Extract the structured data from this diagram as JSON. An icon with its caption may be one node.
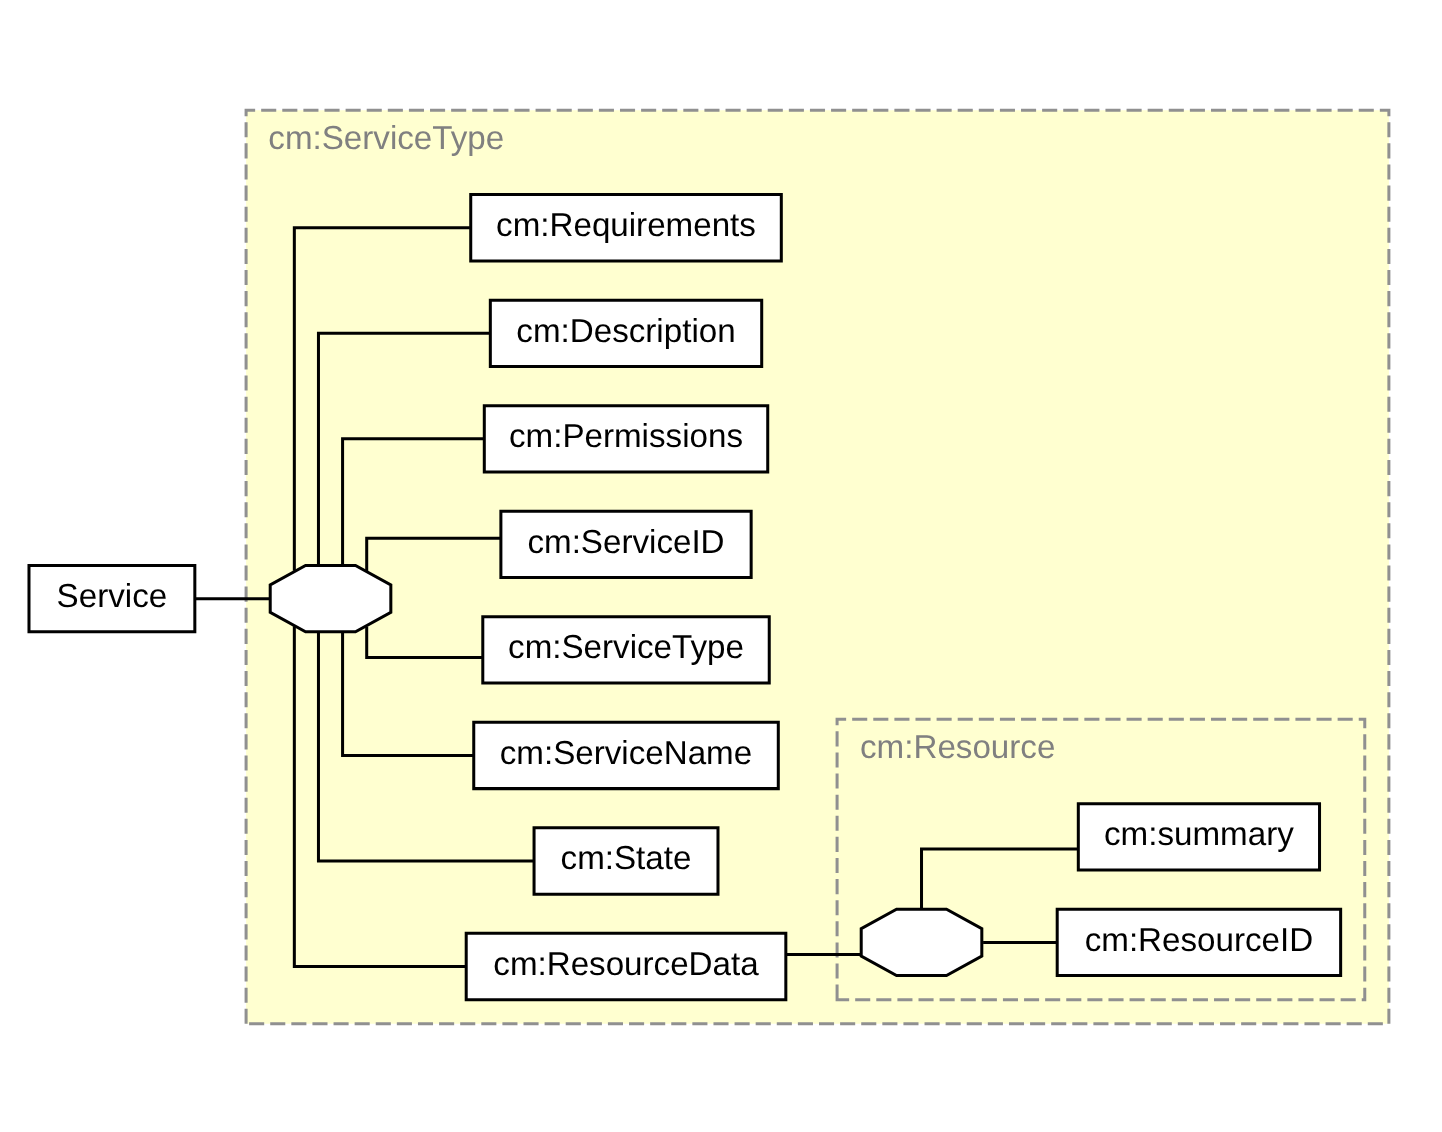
{
  "diagram": {
    "nodes": [
      {
        "text": [
          "Service"
        ]
      },
      {
        "text": [
          "cm:ServiceType"
        ]
      },
      {
        "text": [],
        "shape": "octagon",
        "in": 1
      },
      {
        "text": [
          "cm:ResourceData"
        ],
        "in": 1
      },
      {
        "text": [
          "cm:Resource"
        ],
        "in": 1
      },
      {
        "text": [],
        "shape": "octagon",
        "in": 4
      },
      {
        "text": [
          "cm:ResourceID"
        ],
        "in": 4
      },
      {
        "text": [
          "cm:summary"
        ],
        "in": 4
      },
      {
        "text": [
          "cm:State"
        ],
        "in": 1
      },
      {
        "text": [
          "cm:ServiceName"
        ],
        "in": 1
      },
      {
        "text": [
          "cm:ServiceType"
        ],
        "in": 1
      },
      {
        "text": [
          "cm:ServiceID"
        ],
        "in": 1
      },
      {
        "text": [
          "cm:Permissions"
        ],
        "in": 1
      },
      {
        "text": [
          "cm:Description"
        ],
        "in": 1
      },
      {
        "text": [
          "cm:Requirements"
        ],
        "in": 1
      }
    ],
    "edges": [
      {
        "from": 0,
        "to": 2,
        "arrow": "none"
      },
      {
        "from": 2,
        "to": 3,
        "arrow": "none"
      },
      {
        "from": 3,
        "to": 5,
        "arrow": "none"
      },
      {
        "from": 5,
        "to": 6,
        "arrow": "none"
      },
      {
        "from": 5,
        "to": 7,
        "arrow": "none"
      },
      {
        "from": 2,
        "to": 8,
        "arrow": "none"
      },
      {
        "from": 2,
        "to": 9,
        "arrow": "none"
      },
      {
        "from": 2,
        "to": 10,
        "arrow": "none"
      },
      {
        "from": 2,
        "to": 11,
        "arrow": "none"
      },
      {
        "from": 2,
        "to": 12,
        "arrow": "none"
      },
      {
        "from": 2,
        "to": 13,
        "arrow": "none"
      },
      {
        "from": 2,
        "to": 14,
        "arrow": "none"
      }
    ]
  }
}
